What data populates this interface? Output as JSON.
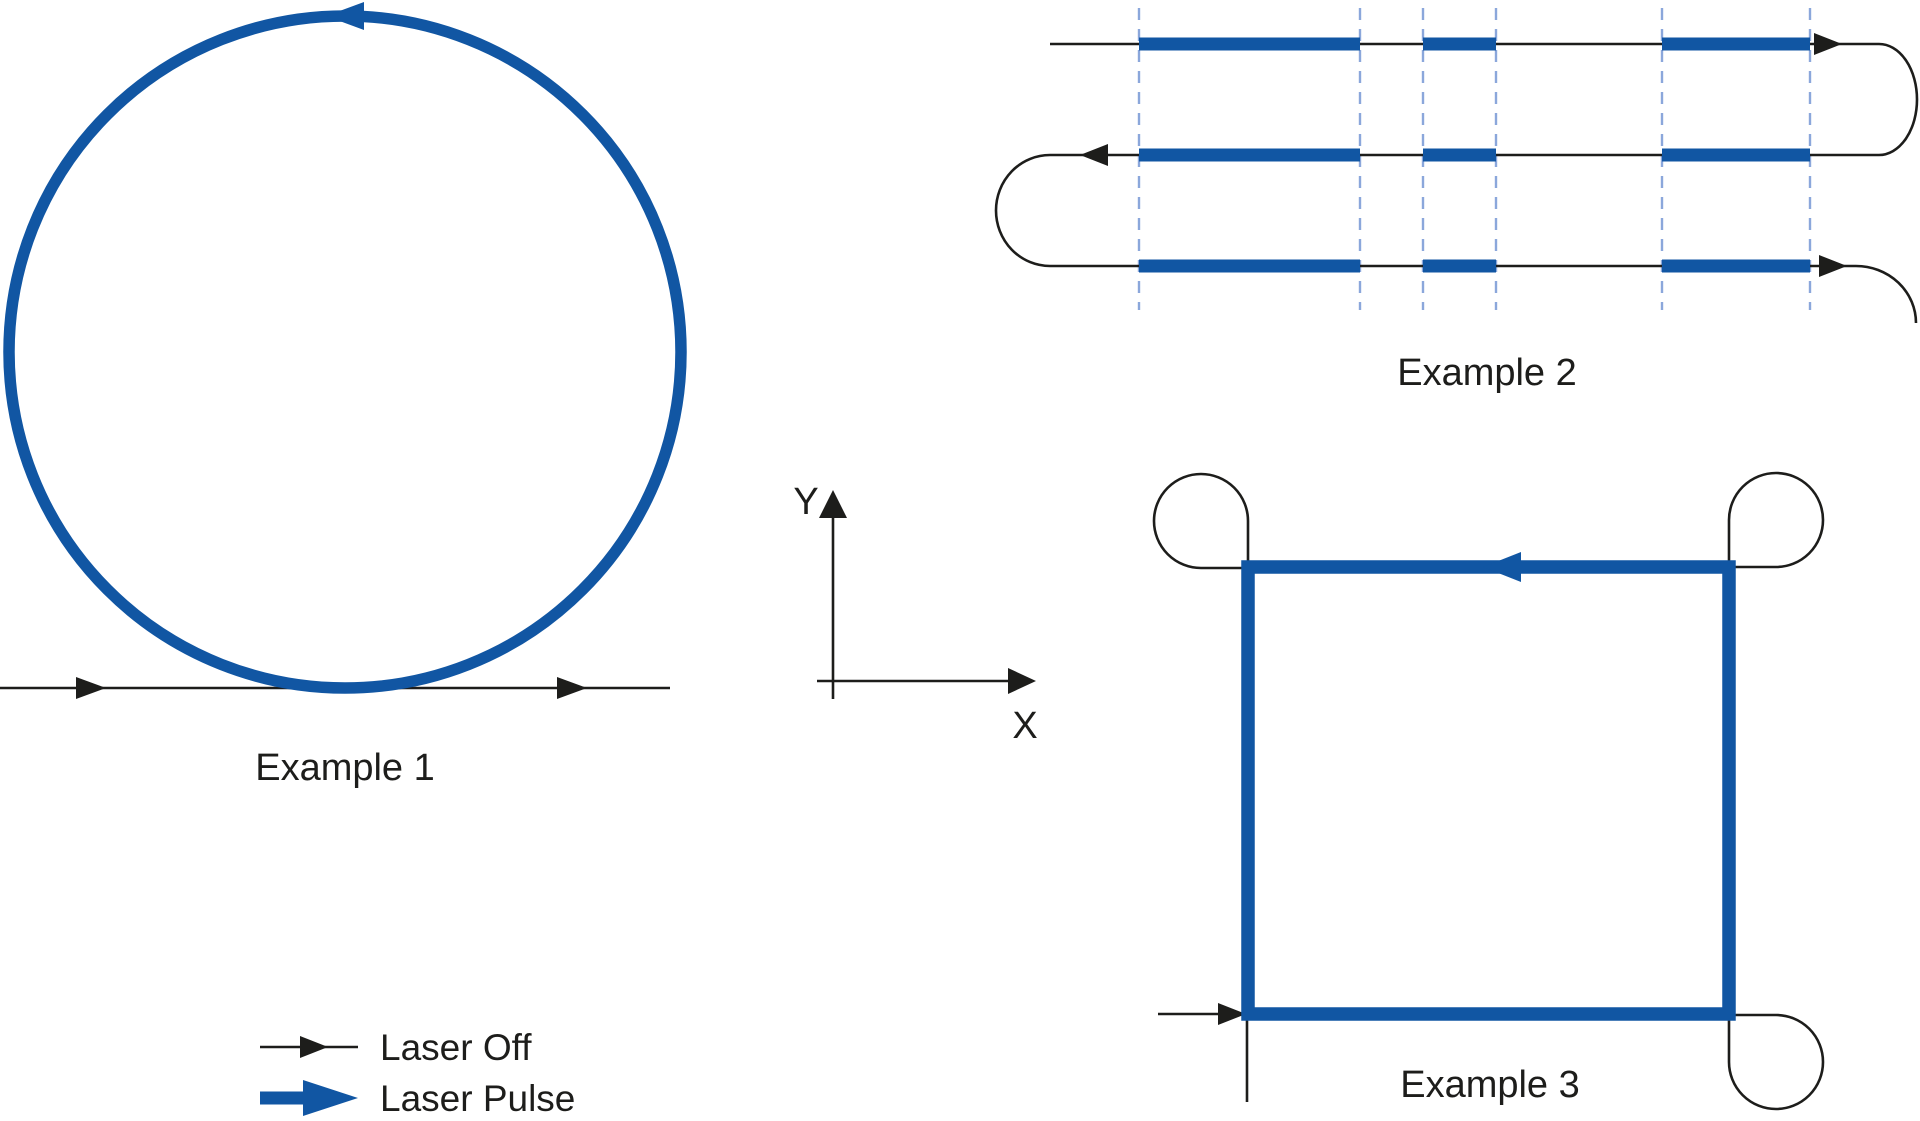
{
  "labels": {
    "example1": "Example 1",
    "example2": "Example 2",
    "example3": "Example 3",
    "axis_x": "X",
    "axis_y": "Y"
  },
  "legend": {
    "items": [
      {
        "label": "Laser Off",
        "symbol": "thin-black-arrow"
      },
      {
        "label": "Laser Pulse",
        "symbol": "thick-blue-arrow"
      }
    ]
  },
  "colors": {
    "laser-blue": "#1156A3",
    "dash-blue": "#8BA7DB",
    "ink": "#1D1D1B",
    "bg": "#FFFFFF"
  }
}
